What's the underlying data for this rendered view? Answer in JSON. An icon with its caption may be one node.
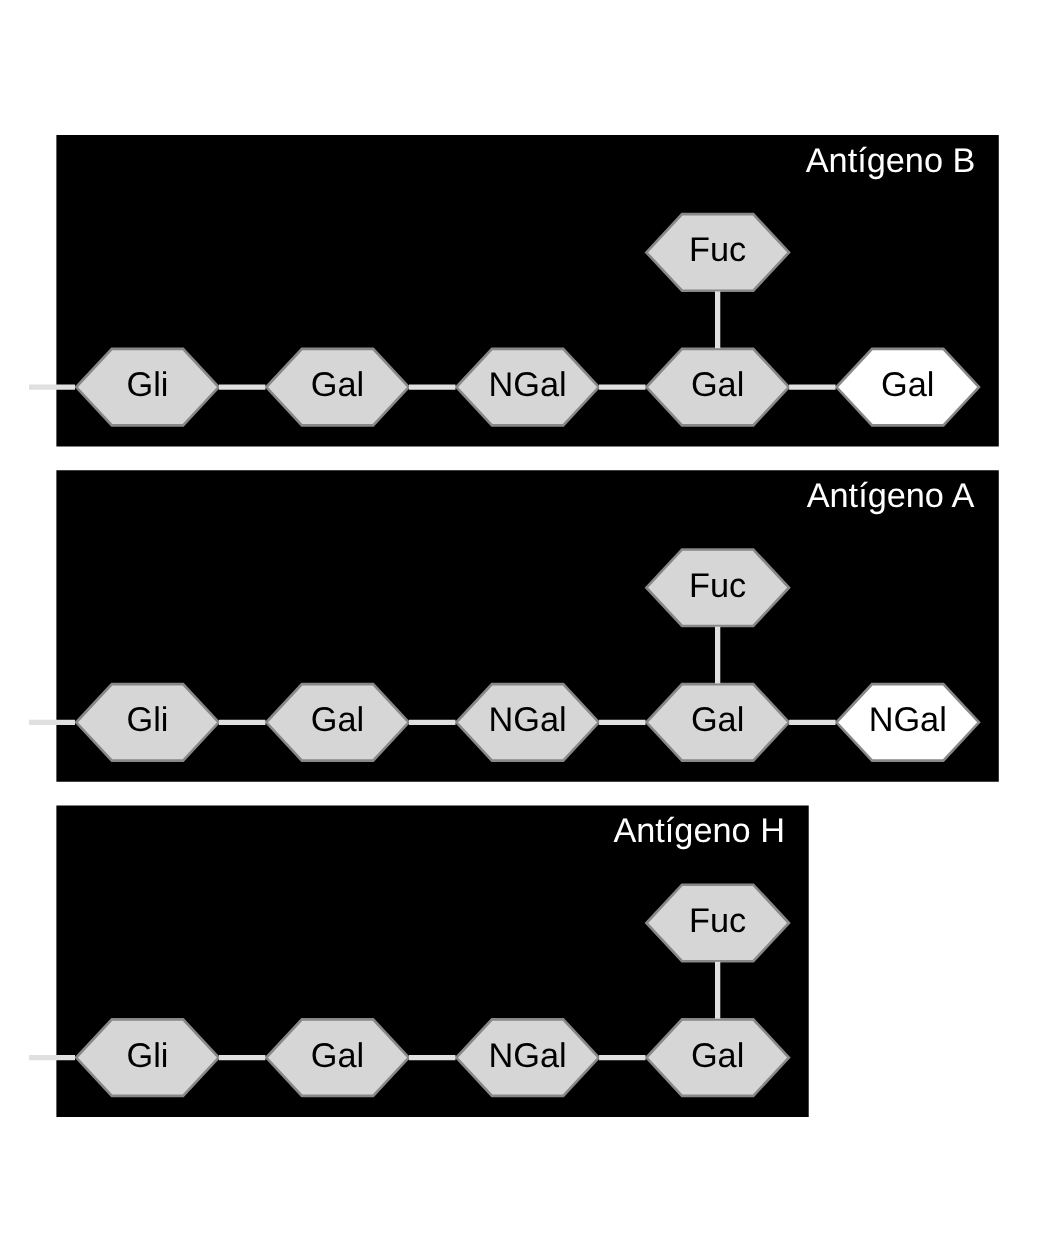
{
  "diagram": {
    "nodes": [
      {
        "text": [
          "Antígeno H"
        ]
      },
      {
        "text": [
          "Gli"
        ],
        "in": 0
      },
      {
        "text": [
          "Gal"
        ],
        "in": 0
      },
      {
        "text": [
          "NGal"
        ],
        "in": 0
      },
      {
        "text": [
          "Gal"
        ],
        "in": 0
      },
      {
        "text": [
          "Fuc"
        ],
        "in": 0
      },
      {
        "text": [
          "Antígeno A"
        ]
      },
      {
        "text": [
          "Gli"
        ],
        "in": 6
      },
      {
        "text": [
          "Gal"
        ],
        "in": 6
      },
      {
        "text": [
          "NGal"
        ],
        "in": 6
      },
      {
        "text": [
          "Gal"
        ],
        "in": 6
      },
      {
        "text": [
          "NGal"
        ],
        "in": 6
      },
      {
        "text": [
          "Fuc"
        ],
        "in": 6
      },
      {
        "text": [
          "Antígeno B"
        ]
      },
      {
        "text": [
          "Gli"
        ],
        "in": 13
      },
      {
        "text": [
          "Gal"
        ],
        "in": 13
      },
      {
        "text": [
          "NGal"
        ],
        "in": 13
      },
      {
        "text": [
          "Gal"
        ],
        "in": 13
      },
      {
        "text": [
          "Gal"
        ],
        "in": 13
      },
      {
        "text": [
          "Fuc"
        ],
        "in": 13
      }
    ],
    "edges": [
      {
        "from": null,
        "to": 1,
        "arrow": "none"
      },
      {
        "from": 1,
        "to": 2,
        "arrow": "none"
      },
      {
        "from": 2,
        "to": 3,
        "arrow": "none"
      },
      {
        "from": 3,
        "to": 4,
        "arrow": "none"
      },
      {
        "from": 4,
        "to": 5,
        "arrow": "none"
      },
      {
        "from": null,
        "to": 7,
        "arrow": "none"
      },
      {
        "from": 7,
        "to": 8,
        "arrow": "none"
      },
      {
        "from": 8,
        "to": 9,
        "arrow": "none"
      },
      {
        "from": 9,
        "to": 10,
        "arrow": "none"
      },
      {
        "from": 10,
        "to": 11,
        "arrow": "none"
      },
      {
        "from": 10,
        "to": 12,
        "arrow": "none"
      },
      {
        "from": null,
        "to": 14,
        "arrow": "none"
      },
      {
        "from": 14,
        "to": 15,
        "arrow": "none"
      },
      {
        "from": 15,
        "to": 16,
        "arrow": "none"
      },
      {
        "from": 16,
        "to": 17,
        "arrow": "none"
      },
      {
        "from": 17,
        "to": 18,
        "arrow": "none"
      },
      {
        "from": 17,
        "to": 19,
        "arrow": "none"
      }
    ]
  }
}
